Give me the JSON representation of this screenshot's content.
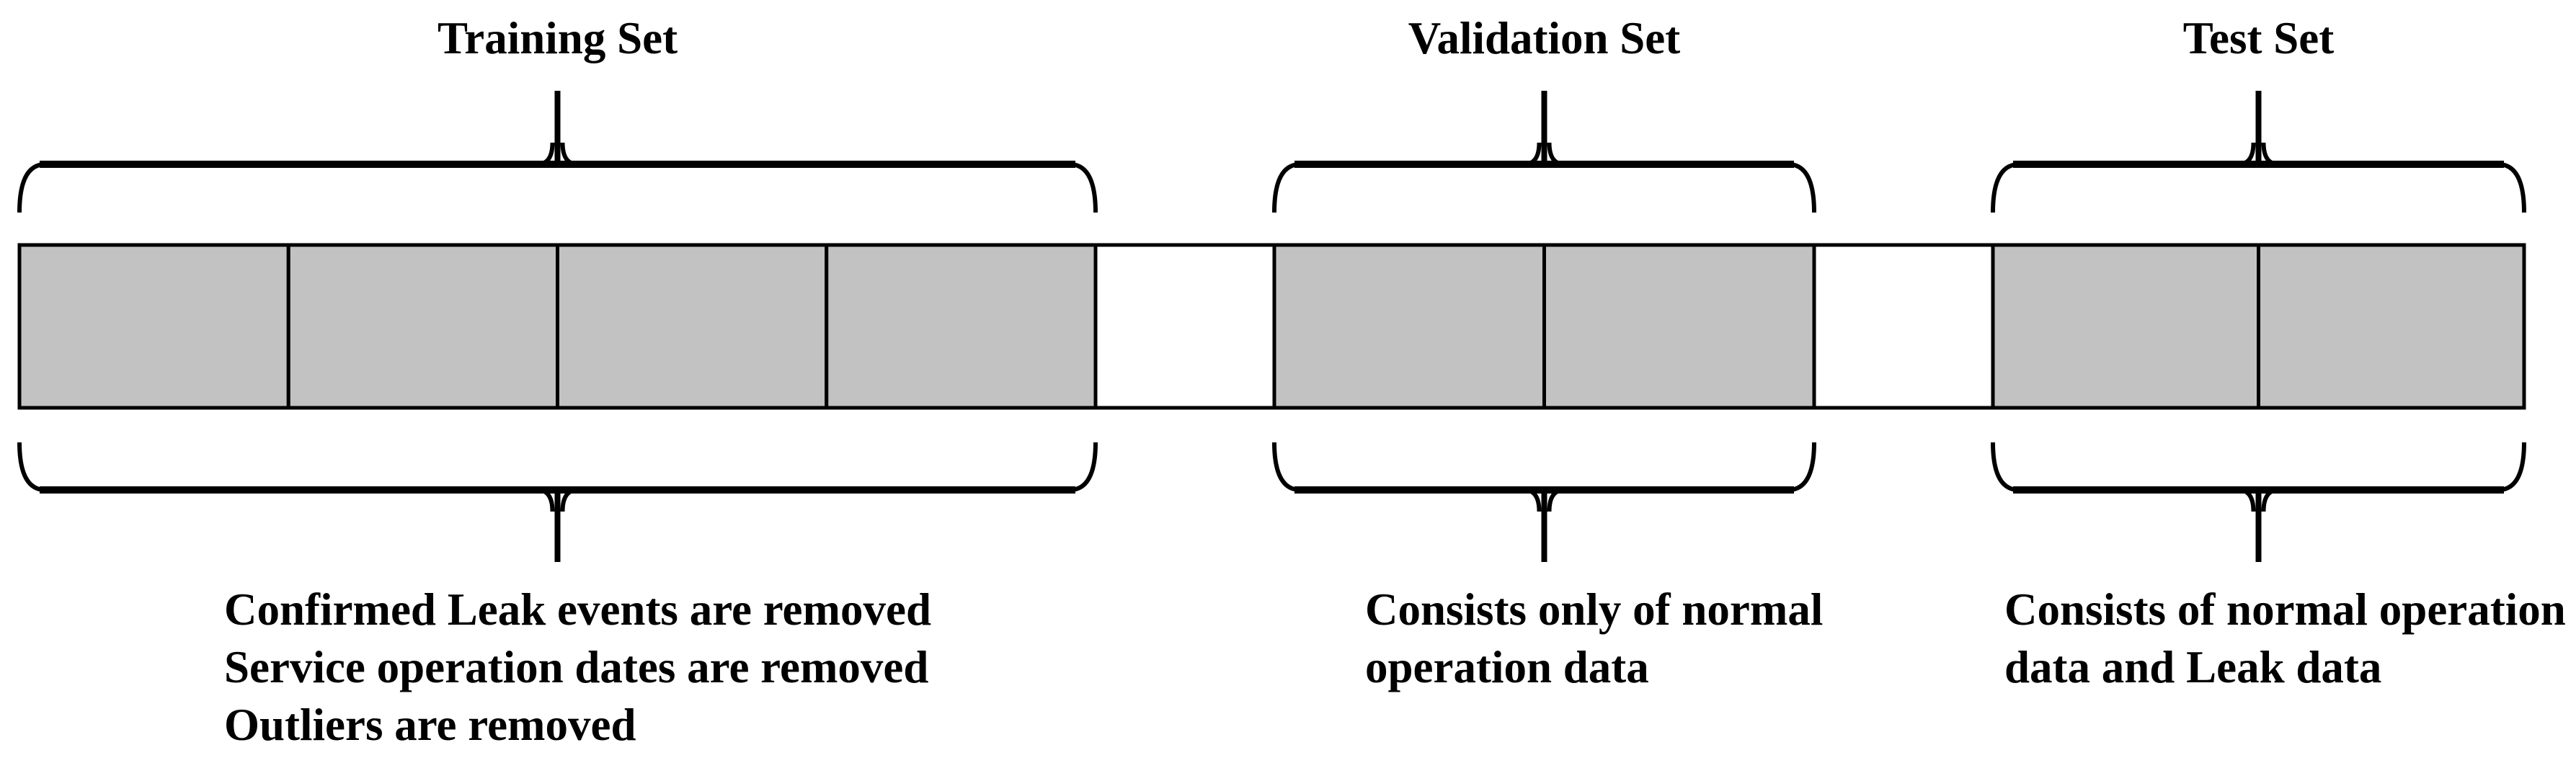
{
  "diagram": {
    "colors": {
      "background": "#ffffff",
      "block_fill": "#c2c2c2",
      "gap_fill": "#ffffff",
      "line": "#000000",
      "text": "#000000"
    },
    "gap_segments": 2,
    "sections": [
      {
        "id": "training",
        "label": "Training Set",
        "blocks": 4,
        "description_lines": [
          "Confirmed Leak events are removed",
          "Service operation dates are removed",
          "Outliers are removed"
        ]
      },
      {
        "id": "validation",
        "label": "Validation Set",
        "blocks": 2,
        "description_lines": [
          "Consists only of normal",
          "operation data"
        ]
      },
      {
        "id": "test",
        "label": "Test Set",
        "blocks": 2,
        "description_lines": [
          "Consists of normal operation",
          "data and Leak data"
        ]
      }
    ]
  }
}
